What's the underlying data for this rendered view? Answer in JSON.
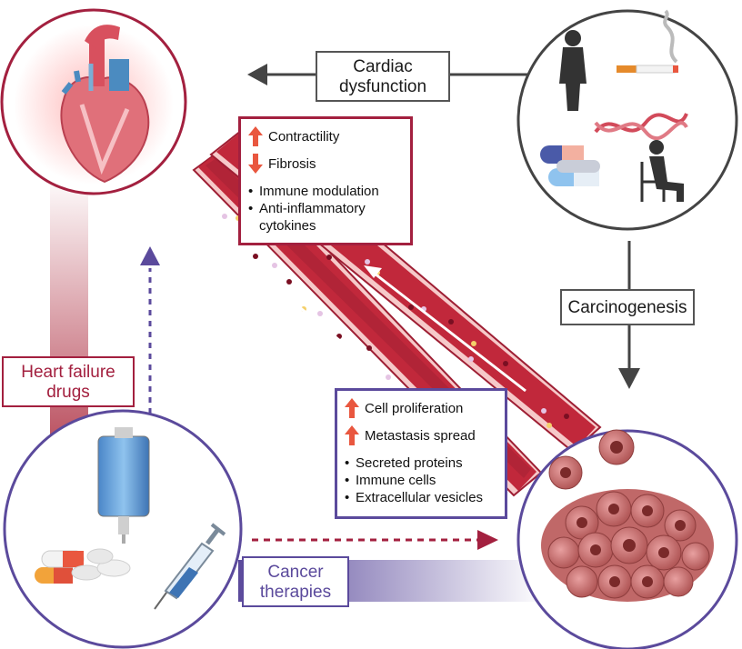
{
  "labels": {
    "cardiac_dysfunction": [
      "Cardiac",
      "dysfunction"
    ],
    "carcinogenesis": "Carcinogenesis",
    "heart_failure_drugs": [
      "Heart failure",
      "drugs"
    ],
    "cancer_therapies": [
      "Cancer",
      "therapies"
    ]
  },
  "heart_effects": {
    "up": "Contractility",
    "down": "Fibrosis",
    "bullets": [
      "Immune modulation",
      "Anti-inflammatory",
      "cytokines"
    ]
  },
  "cancer_effects": {
    "up": [
      "Cell proliferation",
      "Metastasis spread"
    ],
    "bullets": [
      "Secreted proteins",
      "Immune cells",
      "Extracellular vesicles"
    ]
  },
  "colors": {
    "heart_red": "#a3203f",
    "therapy_purple": "#5b4a9c",
    "connector_gray": "#444444",
    "vessel_red": "#b3263c",
    "up_arrow": "#e9573f"
  },
  "icons": [
    "heart-icon",
    "person-icon",
    "cigarette-icon",
    "dna-icon",
    "pills-icon",
    "elderly-person-icon",
    "iv-bag-icon",
    "syringe-icon",
    "tumor-cells-icon"
  ]
}
